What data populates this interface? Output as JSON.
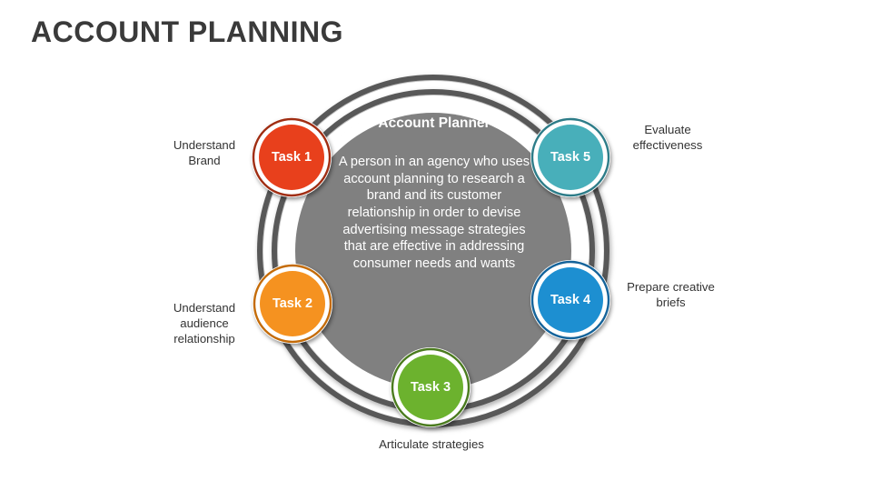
{
  "slide": {
    "title": "ACCOUNT PLANNING",
    "background_color": "#ffffff",
    "title_color": "#3a3a3a"
  },
  "center": {
    "heading": "Account Planner",
    "body": "A person in an agency who uses account planning to research a brand and its customer relationship in order to devise advertising message strategies that are effective in addressing consumer needs and wants",
    "fill_color": "#808080",
    "ring_color": "#595959",
    "text_color": "#ffffff"
  },
  "nodes": [
    {
      "id": "task-1",
      "label": "Task 1",
      "caption": "Understand Brand",
      "fill_color": "#E8401C",
      "ring_color": "#A02D12",
      "position": "upper-left"
    },
    {
      "id": "task-2",
      "label": "Task 2",
      "caption": "Understand audience relationship",
      "fill_color": "#F59220",
      "ring_color": "#C46B08",
      "position": "lower-left"
    },
    {
      "id": "task-3",
      "label": "Task 3",
      "caption": "Articulate strategies",
      "fill_color": "#6CB22E",
      "ring_color": "#4A7B1E",
      "position": "bottom"
    },
    {
      "id": "task-4",
      "label": "Task 4",
      "caption": "Prepare creative briefs",
      "fill_color": "#1D8FD1",
      "ring_color": "#14639A",
      "position": "lower-right"
    },
    {
      "id": "task-5",
      "label": "Task 5",
      "caption": "Evaluate effectiveness",
      "fill_color": "#48AFBA",
      "ring_color": "#2D7C88",
      "position": "upper-right"
    }
  ],
  "captions": {
    "task_1": "Understand\nBrand",
    "task_2": "Understand\naudience\nrelationship",
    "task_3": "Articulate strategies",
    "task_4": "Prepare creative\nbriefs",
    "task_5": "Evaluate\neffectiveness"
  }
}
